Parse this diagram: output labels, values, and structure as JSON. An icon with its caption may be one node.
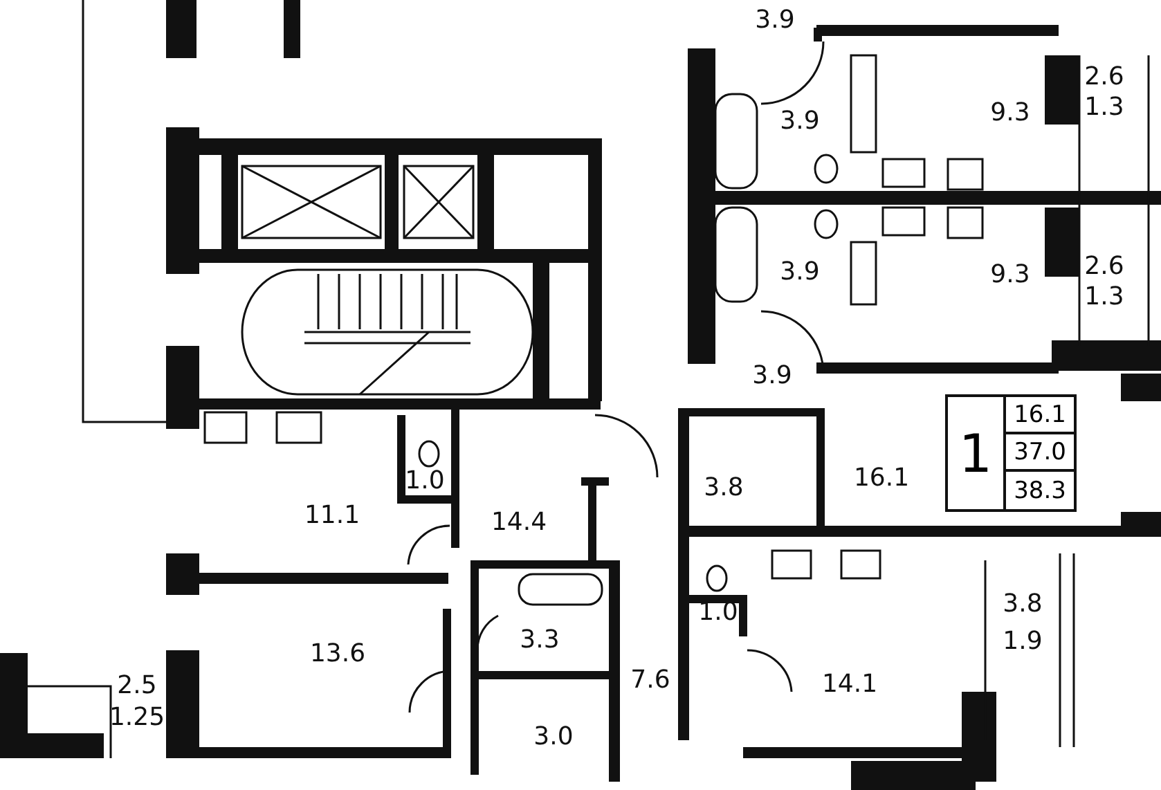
{
  "diagram": {
    "nodes": [
      {
        "text": [
          "1",
          "16.1",
          "37.0",
          "38.3"
        ]
      }
    ],
    "labels": [
      "3.9",
      "3.9",
      "9.3",
      "2.6",
      "1.3",
      "3.9",
      "9.3",
      "2.6",
      "1.3",
      "3.9",
      "3.8",
      "16.1",
      "1.0",
      "11.1",
      "14.4",
      "3.3",
      "1.0",
      "3.8",
      "1.9",
      "13.6",
      "7.6",
      "14.1",
      "2.5",
      "1.25",
      "3.0"
    ]
  }
}
